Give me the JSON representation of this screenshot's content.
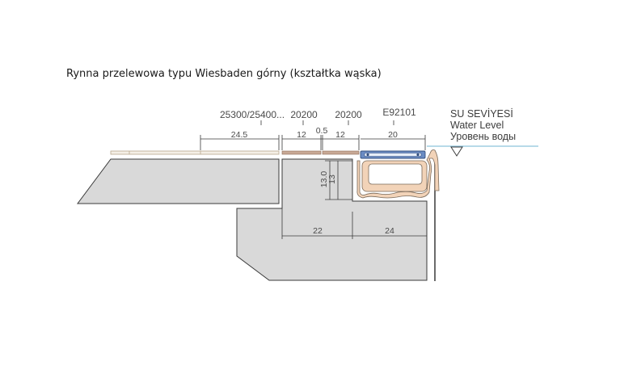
{
  "title": "Rynna przelewowa typu Wiesbaden górny (kształtka wąska)",
  "part_codes": {
    "grating": "25300/25400...",
    "tile_1": "20200",
    "tile_2": "20200",
    "profile": "E92101"
  },
  "dimensions": {
    "grating_width": "24.5",
    "tile_1_width": "12",
    "joint_gap": "0.5",
    "tile_2_width": "12",
    "profile_width": "20",
    "step_height_a": "13.0",
    "step_height_b": "13",
    "lower_left_width": "22",
    "lower_right_width": "24"
  },
  "water_level": {
    "line_1": "SU SEVİYESİ",
    "line_2": "Water Level",
    "line_3": "Уровень воды"
  },
  "colors": {
    "concrete": "#d9d9d9",
    "outline": "#3a3a3a",
    "gutter_profile": "#f2d3b8",
    "grating_bar": "#6a8cc4",
    "water_line": "#8cc3dc",
    "tile": "#c8a996"
  }
}
